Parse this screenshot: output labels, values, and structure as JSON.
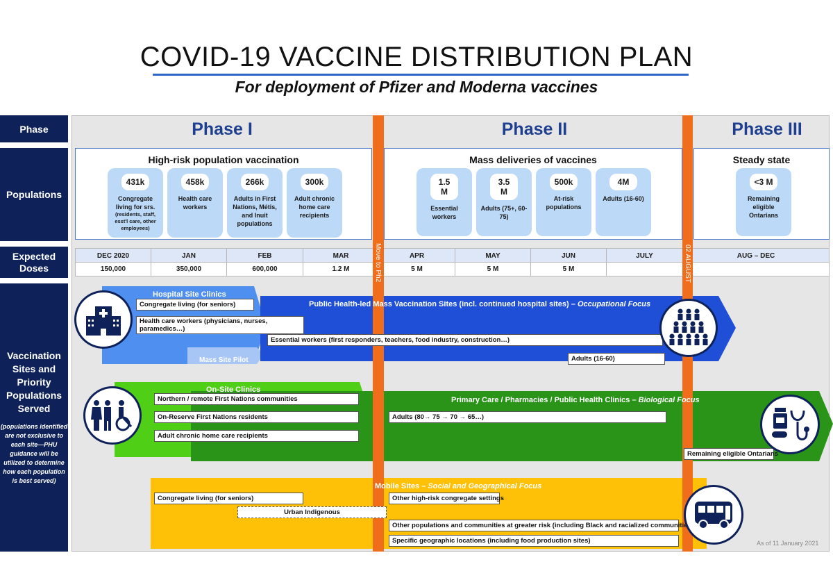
{
  "title": "COVID-19 VACCINE DISTRIBUTION PLAN",
  "subtitle": "For deployment of Pfizer and Moderna vaccines",
  "row_labels": {
    "phase": "Phase",
    "populations": "Populations",
    "doses": [
      "Expected",
      "Doses"
    ],
    "sites": [
      "Vaccination",
      "Sites and",
      "Priority",
      "Populations",
      "Served"
    ],
    "sites_note": [
      "(populations identified",
      "are not exclusive to",
      "each site—PHU",
      "guidance will be",
      "utilized to determine",
      "how each population",
      "is best served)"
    ]
  },
  "phases": [
    "Phase I",
    "Phase II",
    "Phase III"
  ],
  "markers": {
    "move": "Move to Ph2",
    "date": "02 AUGUST"
  },
  "population_groups": [
    {
      "title": "High-risk population vaccination",
      "cards": [
        {
          "value": "431k",
          "desc": "Congregate living for srs.",
          "note": "(residents, staff, esst'l care, other employees)"
        },
        {
          "value": "458k",
          "desc": "Health care workers",
          "note": ""
        },
        {
          "value": "266k",
          "desc": "Adults in First Nations, Métis, and Inuit populations",
          "note": ""
        },
        {
          "value": "300k",
          "desc": "Adult chronic home care recipients",
          "note": ""
        }
      ]
    },
    {
      "title": "Mass deliveries of vaccines",
      "cards": [
        {
          "value": "1.5 M",
          "desc": "Essential workers",
          "note": ""
        },
        {
          "value": "3.5 M",
          "desc": "Adults (75+, 60-75)",
          "note": ""
        },
        {
          "value": "500k",
          "desc": "At-risk populations",
          "note": ""
        },
        {
          "value": "4M",
          "desc": "Adults (16-60)",
          "note": ""
        }
      ]
    },
    {
      "title": "Steady state",
      "cards": [
        {
          "value": "<3 M",
          "desc": "Remaining eligible Ontarians",
          "note": ""
        }
      ]
    }
  ],
  "doses": {
    "months": [
      "DEC 2020",
      "JAN",
      "FEB",
      "MAR",
      "APR",
      "MAY",
      "JUN",
      "JULY",
      "AUG – DEC"
    ],
    "values": [
      "150,000",
      "350,000",
      "600,000",
      "1.2 M",
      "5 M",
      "5 M",
      "5 M",
      "",
      ""
    ]
  },
  "sites": {
    "hospital": {
      "title": "Hospital Site Clinics",
      "mass_title": "Public Health-led Mass Vaccination Sites (incl. continued hospital sites) – ",
      "mass_focus": "Occupational Focus",
      "pilot": "Mass Site Pilot",
      "tags": [
        "Congregate living (for seniors)",
        "Health care workers (physicians, nurses,",
        "paramedics…)",
        "Essential workers (first responders, teachers, food industry, construction…)",
        "Adults (16-60)"
      ]
    },
    "onsite": {
      "title": "On-Site Clinics",
      "primary_title": "Primary Care / Pharmacies / Public Health Clinics – ",
      "primary_focus": "Biological Focus",
      "tags": [
        "Northern / remote First Nations communities",
        "On-Reserve First Nations residents",
        "Adult chronic home care recipients",
        "Adults (80→ 75 → 70 → 65…)",
        "Remaining eligible Ontarians"
      ]
    },
    "mobile": {
      "title": "Mobile Sites – ",
      "focus": "Social and Geographical Focus",
      "tags": [
        "Congregate living (for seniors)",
        "Other high-risk congregate settings",
        "Urban Indigenous",
        "Other populations and communities at greater risk (including Black and racialized communities)",
        "Specific geographic locations (including food production sites)"
      ]
    }
  },
  "as_of": "As of 11 January 2021",
  "colors": {
    "navy": "#0e2159",
    "blue": "#1f4fd6",
    "green": "#4fcf16",
    "darkgreen": "#2a9419",
    "yellow": "#ffc107",
    "orange": "#f06d1b",
    "card": "#bcd9f7"
  },
  "icons": [
    "hospital-icon",
    "people-group-icon",
    "family-wheelchair-icon",
    "medicine-stethoscope-icon",
    "bus-icon"
  ]
}
